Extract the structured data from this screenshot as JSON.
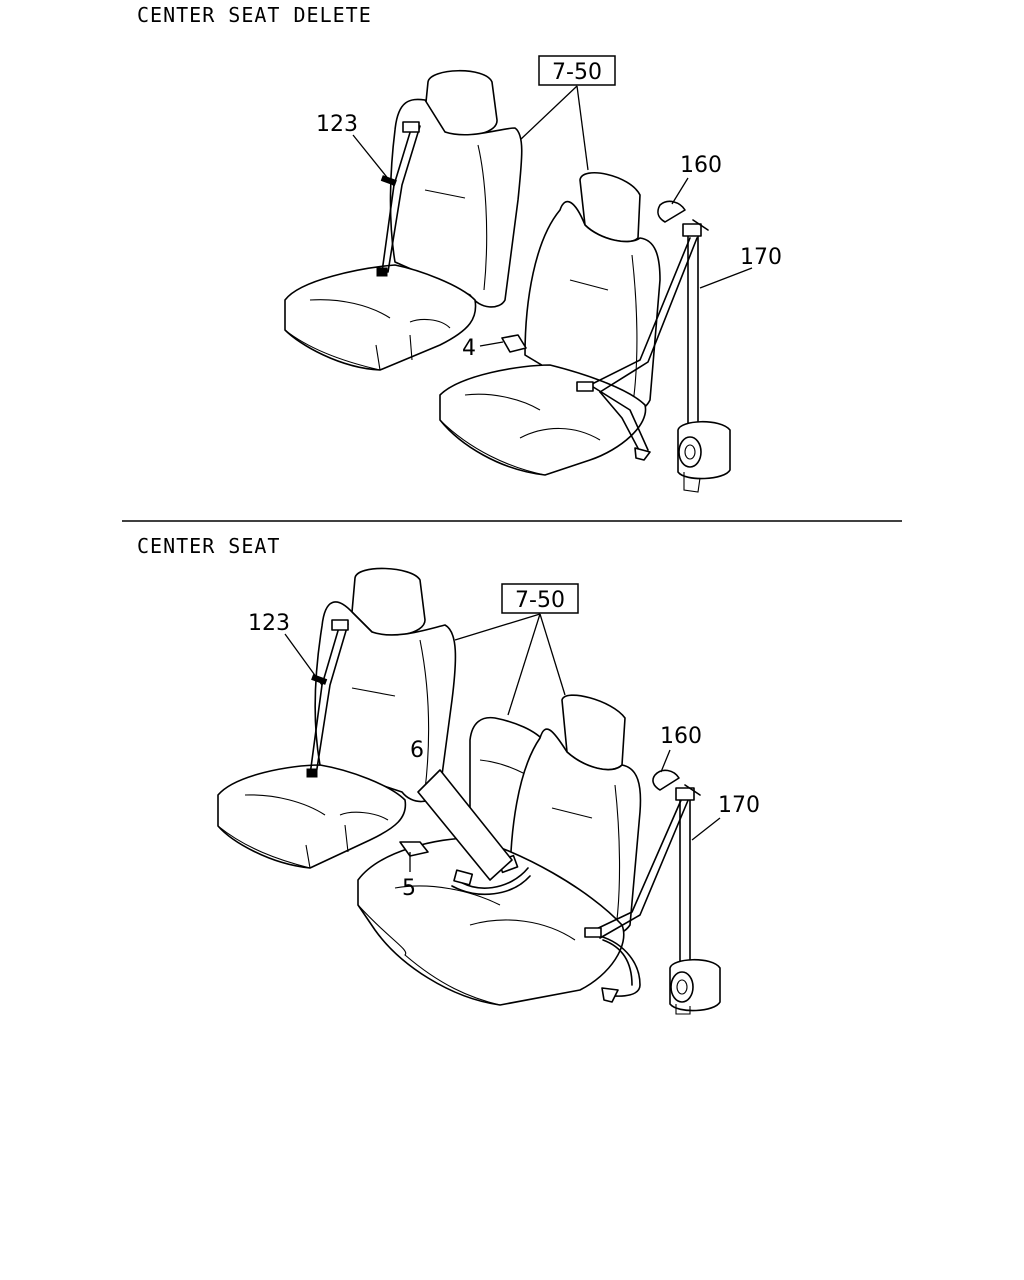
{
  "sections": [
    {
      "title": "CENTER SEAT DELETE",
      "ref_box": "7-50",
      "callouts": {
        "belt_front_left": "123",
        "cover": "160",
        "retractor_belt": "170",
        "buckle": "4"
      }
    },
    {
      "title": "CENTER SEAT",
      "ref_box": "7-50",
      "callouts": {
        "belt_front_left": "123",
        "cover": "160",
        "retractor_belt": "170",
        "center_lap_belt": "6",
        "buckle": "5"
      }
    }
  ],
  "icons": {
    "divider": "horizontal-rule"
  }
}
